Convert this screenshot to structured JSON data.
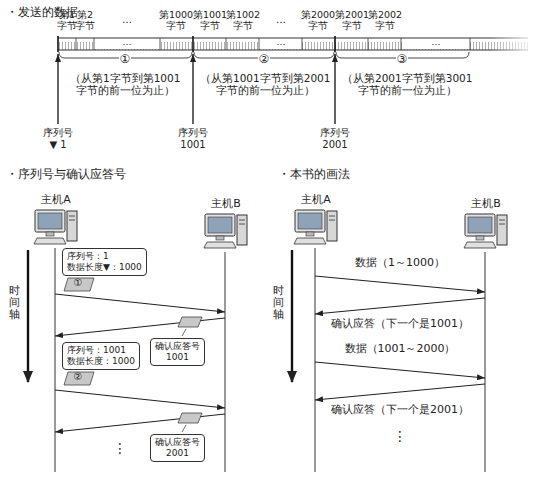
{
  "diagram": {
    "nodes": [
      {
        "text": [
          "主机A"
        ]
      },
      {
        "text": [
          "主机B"
        ]
      },
      {
        "text": [
          "序列号：1",
          "数据长度▼：1000"
        ]
      },
      {
        "text": [
          "确认应答号 1001"
        ]
      },
      {
        "text": [
          "序列号：1001",
          "数据长度：1000"
        ]
      },
      {
        "text": [
          "确认应答号 2001"
        ]
      },
      {
        "text": [
          "主机A"
        ]
      },
      {
        "text": [
          "主机B"
        ]
      }
    ],
    "labels": [
      "・发送的数据",
      "第1 字节",
      "第2 字节",
      "…",
      "第1000 字节",
      "第1001 字节",
      "第1002 字节",
      "…",
      "第2000 字节",
      "第2001 字节",
      "第2002 字节",
      "…",
      "…",
      "…",
      "①",
      "②",
      "③",
      "（从第1字节到第1001 字节的前一位为止）",
      "（从第1001字节到第2001 字节的前一位为止）",
      "（从第2001字节到第3001 字节的前一位为止）",
      "序列号▼ 1",
      "序列号 1001",
      "序列号 2001",
      "・序列号与确认应答号",
      "①",
      "②",
      "时间轴",
      "⋮",
      "・本书的画法",
      "数据（1～1000）",
      "确认应答（下一个是1001）",
      "数据（1001～2000）",
      "确认应答（下一个是2001）",
      "时间轴",
      "⋮"
    ]
  }
}
